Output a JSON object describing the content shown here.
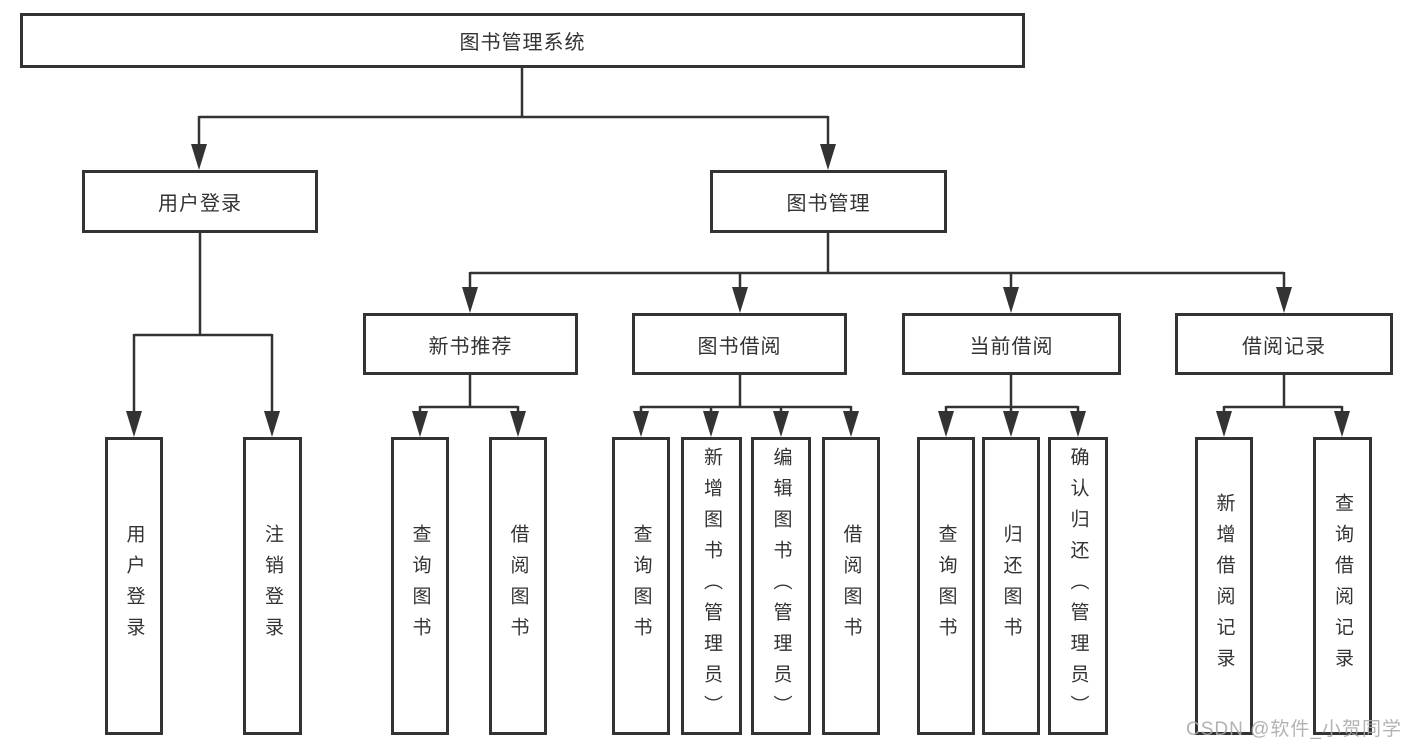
{
  "colors": {
    "line": "#333333",
    "node_border": "#333333",
    "node_text": "#333333",
    "background": "#ffffff",
    "watermark": "#a8a8a8"
  },
  "watermark": {
    "text": "CSDN @软件_小贺同学"
  },
  "tree": {
    "root": {
      "label": "图书管理系统",
      "children": [
        {
          "label": "用户登录",
          "children": [
            {
              "label": "用户登录"
            },
            {
              "label": "注销登录"
            }
          ]
        },
        {
          "label": "图书管理",
          "children": [
            {
              "label": "新书推荐",
              "children": [
                {
                  "label": "查询图书"
                },
                {
                  "label": "借阅图书"
                }
              ]
            },
            {
              "label": "图书借阅",
              "children": [
                {
                  "label": "查询图书"
                },
                {
                  "label": "新增图书（管理员）"
                },
                {
                  "label": "编辑图书（管理员）"
                },
                {
                  "label": "借阅图书"
                }
              ]
            },
            {
              "label": "当前借阅",
              "children": [
                {
                  "label": "查询图书"
                },
                {
                  "label": "归还图书"
                },
                {
                  "label": "确认归还（管理员）"
                }
              ]
            },
            {
              "label": "借阅记录",
              "children": [
                {
                  "label": "新增借阅记录"
                },
                {
                  "label": "查询借阅记录"
                }
              ]
            }
          ]
        }
      ]
    }
  }
}
